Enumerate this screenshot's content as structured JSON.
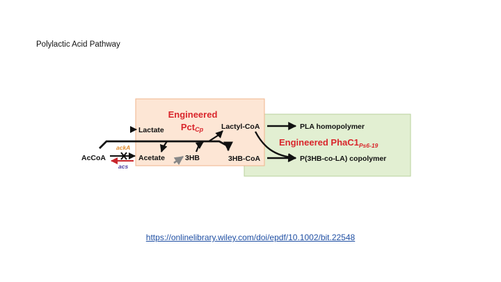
{
  "slide": {
    "title": "Polylactic Acid Pathway",
    "link": "https://onlinelibrary.wiley.com/doi/epdf/10.1002/bit.22548"
  },
  "diagram": {
    "enzyme_pct": {
      "line1": "Engineered",
      "line2": "Pct",
      "subscript": "Cp"
    },
    "enzyme_phac": {
      "text": "Engineered PhaC1",
      "subscript": "Ps6-19"
    },
    "nodes": {
      "acetyl_coa": "AcCoA",
      "lactate": "Lactate",
      "acetate": "Acetate",
      "hb3": "3HB",
      "lactyl_coa": "Lactyl-CoA",
      "hb3_coa": "3HB-CoA",
      "pla": "PLA homopolymer",
      "copolymer": "P(3HB-co-LA) copolymer"
    },
    "genes": {
      "ackA": "ackA",
      "acs": "acs"
    },
    "colors": {
      "pct_box": "#fde6d5",
      "phac_box": "#e2efd2",
      "enzyme_text": "#d9262c",
      "ackA": "#e08a2a",
      "acs": "#4b3ca0",
      "acs_arrow": "#c8262c"
    }
  }
}
